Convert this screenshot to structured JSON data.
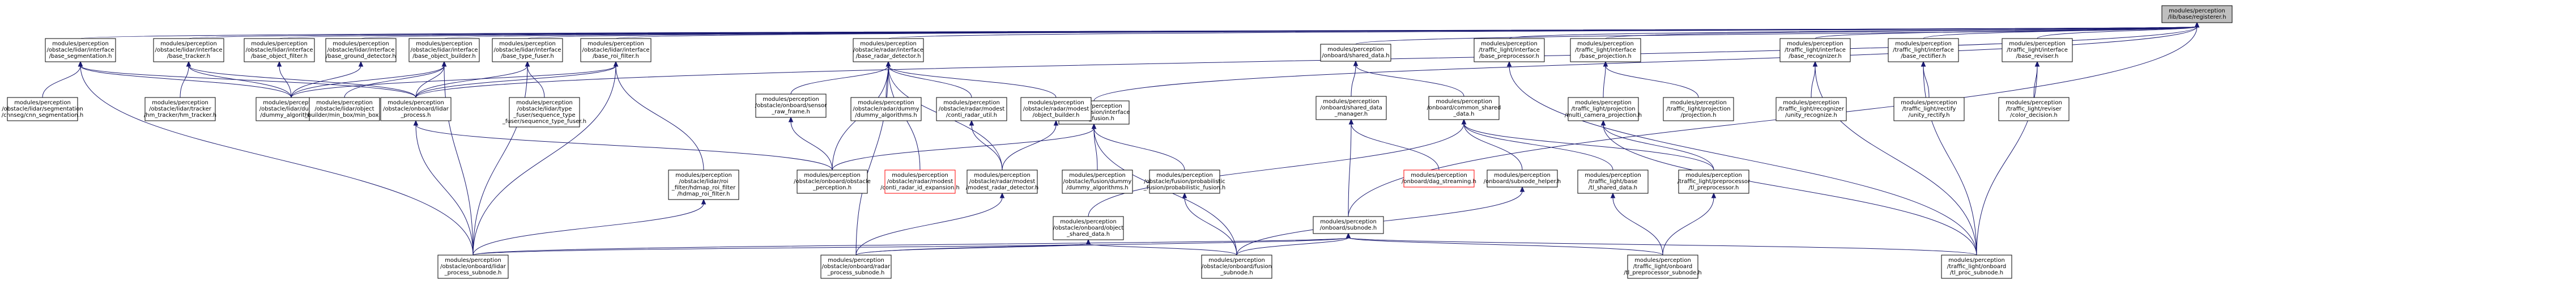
{
  "graph": {
    "colors": {
      "edge": "#191970",
      "missing_border": "#ff0000",
      "root_fill": "#bfbfbf"
    },
    "nodes": [
      {
        "id": "root",
        "lines": [
          "modules/perception",
          "/lib/base/registerer.h"
        ],
        "root": true
      },
      {
        "id": "seg_if",
        "lines": [
          "modules/perception",
          "/obstacle/lidar/interface",
          "/base_segmentation.h"
        ]
      },
      {
        "id": "trk_if",
        "lines": [
          "modules/perception",
          "/obstacle/lidar/interface",
          "/base_tracker.h"
        ]
      },
      {
        "id": "ofilter_if",
        "lines": [
          "modules/perception",
          "/obstacle/lidar/interface",
          "/base_object_filter.h"
        ]
      },
      {
        "id": "ground_if",
        "lines": [
          "modules/perception",
          "/obstacle/lidar/interface",
          "/base_ground_detector.h"
        ]
      },
      {
        "id": "obuilder_if",
        "lines": [
          "modules/perception",
          "/obstacle/lidar/interface",
          "/base_object_builder.h"
        ]
      },
      {
        "id": "tfuser_if",
        "lines": [
          "modules/perception",
          "/obstacle/lidar/interface",
          "/base_type_fuser.h"
        ]
      },
      {
        "id": "roi_if",
        "lines": [
          "modules/perception",
          "/obstacle/lidar/interface",
          "/base_roi_filter.h"
        ]
      },
      {
        "id": "radar_if",
        "lines": [
          "modules/perception",
          "/obstacle/radar/interface",
          "/base_radar_detector.h"
        ]
      },
      {
        "id": "fusion_if",
        "lines": [
          "modules/perception",
          "/obstacle/fusion/interface",
          "/base_fusion.h"
        ]
      },
      {
        "id": "shared_data",
        "lines": [
          "modules/perception",
          "/onboard/shared_data.h"
        ]
      },
      {
        "id": "tl_pre_if",
        "lines": [
          "modules/perception",
          "/traffic_light/interface",
          "/base_preprocessor.h"
        ]
      },
      {
        "id": "tl_proj_if",
        "lines": [
          "modules/perception",
          "/traffic_light/interface",
          "/base_projection.h"
        ]
      },
      {
        "id": "tl_recog_if",
        "lines": [
          "modules/perception",
          "/traffic_light/interface",
          "/base_recognizer.h"
        ]
      },
      {
        "id": "tl_rect_if",
        "lines": [
          "modules/perception",
          "/traffic_light/interface",
          "/base_rectifier.h"
        ]
      },
      {
        "id": "tl_rev_if",
        "lines": [
          "modules/perception",
          "/traffic_light/interface",
          "/base_reviser.h"
        ]
      },
      {
        "id": "cnn_seg",
        "lines": [
          "modules/perception",
          "/obstacle/lidar/segmentation",
          "/cnnseg/cnn_segmentation.h"
        ]
      },
      {
        "id": "hm_tracker",
        "lines": [
          "modules/perception",
          "/obstacle/lidar/tracker",
          "/hm_tracker/hm_tracker.h"
        ]
      },
      {
        "id": "lidar_dummy",
        "lines": [
          "modules/perception",
          "/obstacle/lidar/dummy",
          "/dummy_algorithms.h"
        ]
      },
      {
        "id": "min_box",
        "lines": [
          "modules/perception",
          "/obstacle/lidar/object",
          "_builder/min_box/min_box.h"
        ]
      },
      {
        "id": "lidar_process",
        "lines": [
          "modules/perception",
          "/obstacle/onboard/lidar",
          "_process.h"
        ]
      },
      {
        "id": "seq_type_fuser",
        "lines": [
          "modules/perception",
          "/obstacle/lidar/type",
          "_fuser/sequence_type",
          "_fuser/sequence_type_fuser.h"
        ]
      },
      {
        "id": "sensor_raw",
        "lines": [
          "modules/perception",
          "/obstacle/onboard/sensor",
          "_raw_frame.h"
        ]
      },
      {
        "id": "radar_dummy",
        "lines": [
          "modules/perception",
          "/obstacle/radar/dummy",
          "/dummy_algorithms.h"
        ]
      },
      {
        "id": "conti_util",
        "lines": [
          "modules/perception",
          "/obstacle/radar/modest",
          "/conti_radar_util.h"
        ]
      },
      {
        "id": "obj_builder",
        "lines": [
          "modules/perception",
          "/obstacle/radar/modest",
          "/object_builder.h"
        ]
      },
      {
        "id": "sd_manager",
        "lines": [
          "modules/perception",
          "/onboard/shared_data",
          "_manager.h"
        ]
      },
      {
        "id": "common_shared",
        "lines": [
          "modules/perception",
          "/onboard/common_shared",
          "_data.h"
        ]
      },
      {
        "id": "multi_cam",
        "lines": [
          "modules/perception",
          "/traffic_light/projection",
          "/multi_camera_projection.h"
        ]
      },
      {
        "id": "projection",
        "lines": [
          "modules/perception",
          "/traffic_light/projection",
          "/projection.h"
        ]
      },
      {
        "id": "unity_recog",
        "lines": [
          "modules/perception",
          "/traffic_light/recognizer",
          "/unity_recognize.h"
        ]
      },
      {
        "id": "unity_rect",
        "lines": [
          "modules/perception",
          "/traffic_light/rectify",
          "/unity_rectify.h"
        ]
      },
      {
        "id": "color_dec",
        "lines": [
          "modules/perception",
          "/traffic_light/reviser",
          "/color_decision.h"
        ]
      },
      {
        "id": "hdmap_roi",
        "lines": [
          "modules/perception",
          "/obstacle/lidar/roi",
          "_filter/hdmap_roi_filter",
          "/hdmap_roi_filter.h"
        ]
      },
      {
        "id": "obs_perc",
        "lines": [
          "modules/perception",
          "/obstacle/onboard/obstacle",
          "_perception.h"
        ]
      },
      {
        "id": "conti_exp",
        "lines": [
          "modules/perception",
          "/obstacle/radar/modest",
          "/conti_radar_id_expansion.h"
        ],
        "missing": true
      },
      {
        "id": "modest_det",
        "lines": [
          "modules/perception",
          "/obstacle/radar/modest",
          "/modest_radar_detector.h"
        ]
      },
      {
        "id": "fusion_dummy",
        "lines": [
          "modules/perception",
          "/obstacle/fusion/dummy",
          "/dummy_algorithms.h"
        ]
      },
      {
        "id": "prob_fusion",
        "lines": [
          "modules/perception",
          "/obstacle/fusion/probabilistic",
          "_fusion/probabilistic_fusion.h"
        ]
      },
      {
        "id": "dag_stream",
        "lines": [
          "modules/perception",
          "/onboard/dag_streaming.h"
        ],
        "missing": true
      },
      {
        "id": "subnode_helper",
        "lines": [
          "modules/perception",
          "/onboard/subnode_helper.h"
        ]
      },
      {
        "id": "tl_base_shared",
        "lines": [
          "modules/perception",
          "/traffic_light/base",
          "/tl_shared_data.h"
        ]
      },
      {
        "id": "tl_prep",
        "lines": [
          "modules/perception",
          "/traffic_light/preprocessor",
          "/tl_preprocessor.h"
        ]
      },
      {
        "id": "subnode",
        "lines": [
          "modules/perception",
          "/onboard/subnode.h"
        ]
      },
      {
        "id": "obj_shared",
        "lines": [
          "modules/perception",
          "/obstacle/onboard/object",
          "_shared_data.h"
        ]
      },
      {
        "id": "lidar_sub",
        "lines": [
          "modules/perception",
          "/obstacle/onboard/lidar",
          "_process_subnode.h"
        ]
      },
      {
        "id": "radar_sub",
        "lines": [
          "modules/perception",
          "/obstacle/onboard/radar",
          "_process_subnode.h"
        ]
      },
      {
        "id": "fusion_sub",
        "lines": [
          "modules/perception",
          "/obstacle/onboard/fusion",
          "_subnode.h"
        ]
      },
      {
        "id": "tl_pre_sub",
        "lines": [
          "modules/perception",
          "/traffic_light/onboard",
          "/tl_preprocessor_subnode.h"
        ]
      },
      {
        "id": "tl_proc_sub",
        "lines": [
          "modules/perception",
          "/traffic_light/onboard",
          "/tl_proc_subnode.h"
        ]
      }
    ],
    "edges": [
      [
        "root",
        "seg_if"
      ],
      [
        "root",
        "trk_if"
      ],
      [
        "root",
        "ofilter_if"
      ],
      [
        "root",
        "ground_if"
      ],
      [
        "root",
        "obuilder_if"
      ],
      [
        "root",
        "tfuser_if"
      ],
      [
        "root",
        "roi_if"
      ],
      [
        "root",
        "radar_if"
      ],
      [
        "root",
        "fusion_if"
      ],
      [
        "root",
        "shared_data"
      ],
      [
        "root",
        "tl_pre_if"
      ],
      [
        "root",
        "tl_proj_if"
      ],
      [
        "root",
        "tl_recog_if"
      ],
      [
        "root",
        "tl_rect_if"
      ],
      [
        "root",
        "tl_rev_if"
      ],
      [
        "root",
        "lidar_process"
      ],
      [
        "root",
        "subnode"
      ],
      [
        "seg_if",
        "cnn_seg"
      ],
      [
        "seg_if",
        "lidar_dummy"
      ],
      [
        "seg_if",
        "lidar_process"
      ],
      [
        "seg_if",
        "lidar_sub"
      ],
      [
        "trk_if",
        "hm_tracker"
      ],
      [
        "trk_if",
        "lidar_dummy"
      ],
      [
        "trk_if",
        "lidar_process"
      ],
      [
        "ofilter_if",
        "lidar_dummy"
      ],
      [
        "ground_if",
        "lidar_dummy"
      ],
      [
        "obuilder_if",
        "lidar_dummy"
      ],
      [
        "obuilder_if",
        "min_box"
      ],
      [
        "obuilder_if",
        "lidar_process"
      ],
      [
        "obuilder_if",
        "lidar_sub"
      ],
      [
        "tfuser_if",
        "seq_type_fuser"
      ],
      [
        "tfuser_if",
        "lidar_process"
      ],
      [
        "tfuser_if",
        "lidar_sub"
      ],
      [
        "roi_if",
        "lidar_dummy"
      ],
      [
        "roi_if",
        "hdmap_roi"
      ],
      [
        "roi_if",
        "lidar_process"
      ],
      [
        "roi_if",
        "lidar_sub"
      ],
      [
        "radar_if",
        "sensor_raw"
      ],
      [
        "radar_if",
        "radar_dummy"
      ],
      [
        "radar_if",
        "conti_util"
      ],
      [
        "radar_if",
        "obj_builder"
      ],
      [
        "radar_if",
        "conti_exp"
      ],
      [
        "radar_if",
        "modest_det"
      ],
      [
        "radar_if",
        "radar_sub"
      ],
      [
        "radar_if",
        "obs_perc"
      ],
      [
        "fusion_if",
        "fusion_dummy"
      ],
      [
        "fusion_if",
        "prob_fusion"
      ],
      [
        "fusion_if",
        "fusion_sub"
      ],
      [
        "fusion_if",
        "obs_perc"
      ],
      [
        "shared_data",
        "sd_manager"
      ],
      [
        "shared_data",
        "common_shared"
      ],
      [
        "sd_manager",
        "subnode"
      ],
      [
        "sd_manager",
        "dag_stream"
      ],
      [
        "common_shared",
        "subnode_helper"
      ],
      [
        "common_shared",
        "tl_base_shared"
      ],
      [
        "common_shared",
        "obj_shared"
      ],
      [
        "common_shared",
        "tl_prep"
      ],
      [
        "tl_pre_if",
        "tl_proc_sub"
      ],
      [
        "tl_proj_if",
        "multi_cam"
      ],
      [
        "tl_proj_if",
        "projection"
      ],
      [
        "multi_cam",
        "tl_prep"
      ],
      [
        "multi_cam",
        "tl_proc_sub"
      ],
      [
        "tl_recog_if",
        "unity_recog"
      ],
      [
        "tl_recog_if",
        "tl_proc_sub"
      ],
      [
        "tl_rect_if",
        "unity_rect"
      ],
      [
        "tl_rect_if",
        "tl_proc_sub"
      ],
      [
        "tl_rev_if",
        "color_dec"
      ],
      [
        "tl_rev_if",
        "tl_proc_sub"
      ],
      [
        "lidar_process",
        "obs_perc"
      ],
      [
        "lidar_process",
        "lidar_sub"
      ],
      [
        "sensor_raw",
        "obs_perc"
      ],
      [
        "obj_builder",
        "modest_det"
      ],
      [
        "conti_util",
        "modest_det"
      ],
      [
        "hdmap_roi",
        "lidar_sub"
      ],
      [
        "modest_det",
        "radar_sub"
      ],
      [
        "prob_fusion",
        "fusion_sub"
      ],
      [
        "obj_shared",
        "lidar_sub"
      ],
      [
        "obj_shared",
        "radar_sub"
      ],
      [
        "obj_shared",
        "fusion_sub"
      ],
      [
        "subnode",
        "lidar_sub"
      ],
      [
        "subnode",
        "radar_sub"
      ],
      [
        "subnode",
        "fusion_sub"
      ],
      [
        "subnode",
        "tl_pre_sub"
      ],
      [
        "subnode",
        "tl_proc_sub"
      ],
      [
        "subnode_helper",
        "fusion_sub"
      ],
      [
        "tl_base_shared",
        "tl_pre_sub"
      ],
      [
        "tl_prep",
        "tl_pre_sub"
      ]
    ]
  }
}
